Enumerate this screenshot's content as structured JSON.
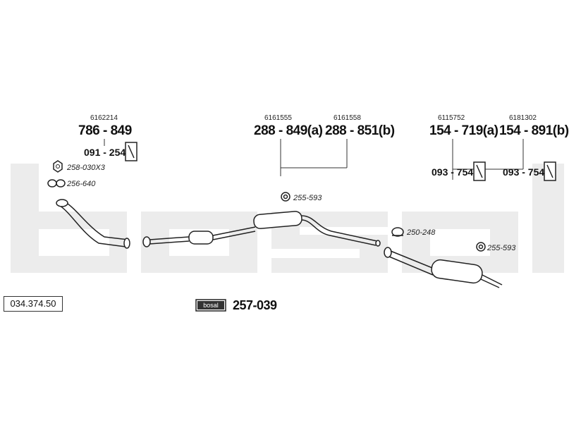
{
  "watermark": "bosal",
  "catalog_number": "034.374.50",
  "kit": {
    "brand_label": "bosal",
    "part": "257-039"
  },
  "groups": [
    {
      "oe": "6162214",
      "part": "786 - 849",
      "mount": "091 - 254"
    },
    {
      "oe": "6161555",
      "part": "288 - 849(a)"
    },
    {
      "oe": "6161558",
      "part": "288 - 851(b)"
    },
    {
      "oe": "6115752",
      "part": "154 - 719(a)",
      "mount": "093 - 754"
    },
    {
      "oe": "6181302",
      "part": "154 - 891(b)",
      "mount": "093 - 754"
    }
  ],
  "accessories": [
    {
      "part": "258-030X3",
      "icon": "nut-icon"
    },
    {
      "part": "256-640",
      "icon": "gasket-icon"
    },
    {
      "part": "255-593",
      "icon": "rubber-hanger-icon"
    },
    {
      "part": "250-248",
      "icon": "clamp-icon"
    },
    {
      "part": "255-593",
      "icon": "rubber-hanger-icon"
    }
  ]
}
